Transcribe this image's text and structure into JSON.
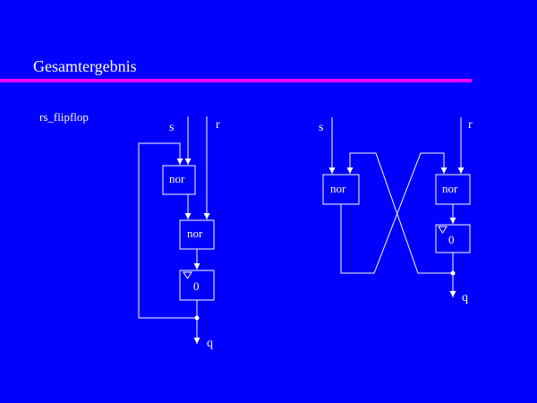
{
  "slide": {
    "title": "Gesamtergebnis",
    "subtitle": "rs_flipflop"
  },
  "left_diagram": {
    "input_s": "s",
    "input_r": "r",
    "gate1": "nor",
    "gate2": "nor",
    "delay": "0",
    "output": "q"
  },
  "right_diagram": {
    "input_s": "s",
    "input_r": "r",
    "gate_left": "nor",
    "gate_right": "nor",
    "delay": "0",
    "output": "q"
  },
  "colors": {
    "background": "#0000ff",
    "rule": "#ff00ff",
    "foreground": "#ffffff"
  }
}
